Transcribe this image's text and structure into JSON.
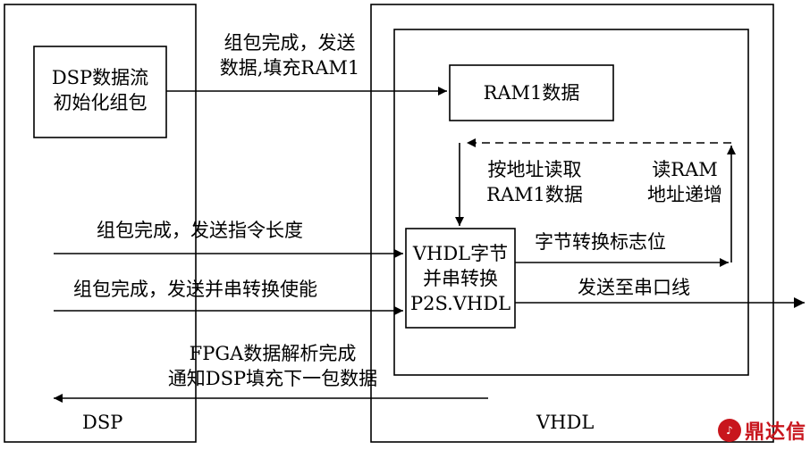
{
  "containers": {
    "dsp_label": "DSP",
    "vhdl_label": "VHDL"
  },
  "blocks": {
    "dsp_packet": [
      "DSP数据流",
      "初始化组包"
    ],
    "ram1": "RAM1数据",
    "converter": [
      "VHDL字节",
      "并串转换",
      "P2S.VHDL"
    ]
  },
  "labels": {
    "fill_ram": [
      "组包完成，发送",
      "数据,填充RAM1"
    ],
    "read_by_addr": [
      "按地址读取",
      "RAM1数据"
    ],
    "read_ram_inc": [
      "读RAM",
      "地址递增"
    ],
    "send_cmd_len": "组包完成，发送指令长度",
    "byte_flag": "字节转换标志位",
    "send_enable": "组包完成，发送并串转换使能",
    "send_serial": "发送至串口线",
    "fpga_done": [
      "FPGA数据解析完成",
      "通知DSP填充下一包数据"
    ]
  },
  "watermark": {
    "text": "鼎达信",
    "logo_icon": "ddx-logo-icon",
    "color": "#c8161d"
  }
}
